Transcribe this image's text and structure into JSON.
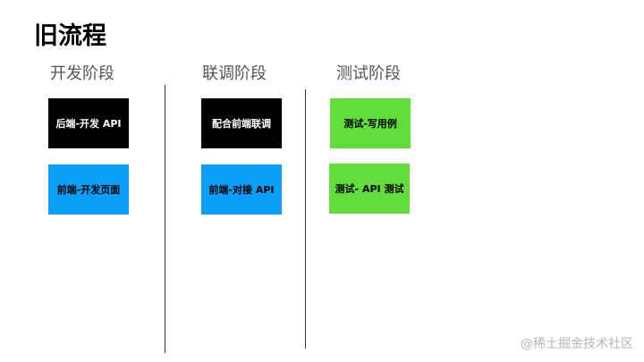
{
  "title": "旧流程",
  "stages": [
    {
      "label": "开发阶段",
      "cards": [
        "后端-开发 API",
        "前端-开发页面"
      ]
    },
    {
      "label": "联调阶段",
      "cards": [
        "配合前端联调",
        "前端-对接 API"
      ]
    },
    {
      "label": "测试阶段",
      "cards": [
        "测试-写用例",
        "测试- API 测试"
      ]
    }
  ],
  "colors": {
    "black": "#000000",
    "blue": "#0aa0fa",
    "green": "#62dd3b"
  },
  "watermark": "@稀土掘金技术社区"
}
